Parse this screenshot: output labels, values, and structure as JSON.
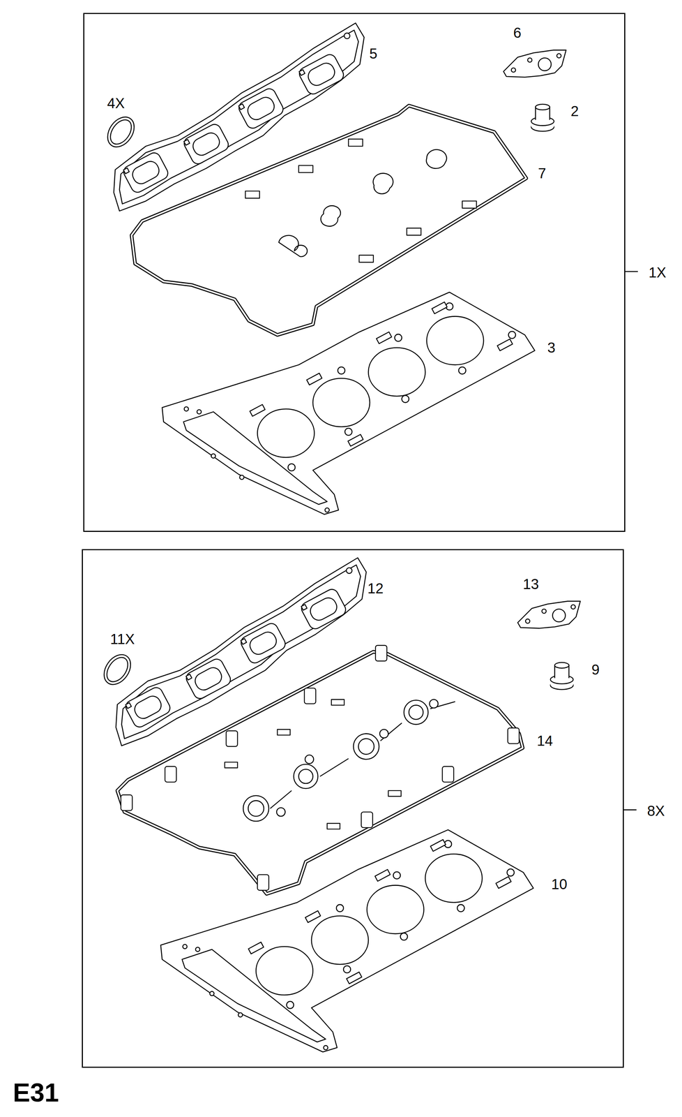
{
  "diagram": {
    "nodes": [
      {
        "text": [
          "1X"
        ]
      },
      {
        "text": [
          "8X"
        ]
      }
    ],
    "labels": [
      "5",
      "4X",
      "6",
      "2",
      "7",
      "3",
      "12",
      "11X",
      "13",
      "9",
      "14",
      "10",
      "E31"
    ]
  }
}
